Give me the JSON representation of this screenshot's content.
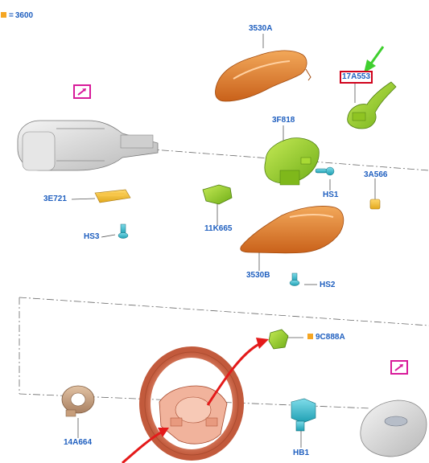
{
  "legend": {
    "equals": "=",
    "group_code": "3600",
    "color": "#f5a623"
  },
  "colors": {
    "label": "#1f5fbf",
    "highlight_box": "#d0021b",
    "pointer_arrow_green": "#3fcf2f",
    "pointer_arrow_red": "#e41a1a",
    "external_link_frame": "#d81b9a",
    "part_orange": "#e07a2a",
    "part_green": "#9ccf2a",
    "part_teal": "#37b7c9",
    "part_grey": "#d9d9d9"
  },
  "callouts": {
    "c3530A": "3530A",
    "c17A553": "17A553",
    "c3F818": "3F818",
    "c3E721": "3E721",
    "cHS1": "HS1",
    "c3A566": "3A566",
    "c11K665": "11K665",
    "cHS3": "HS3",
    "c3530B": "3530B",
    "cHS2": "HS2",
    "c9C888A": "9C888A",
    "c14A664": "14A664",
    "cHB1": "HB1"
  },
  "icons": {
    "external_link_1": "external-link-icon",
    "external_link_2": "external-link-icon"
  }
}
